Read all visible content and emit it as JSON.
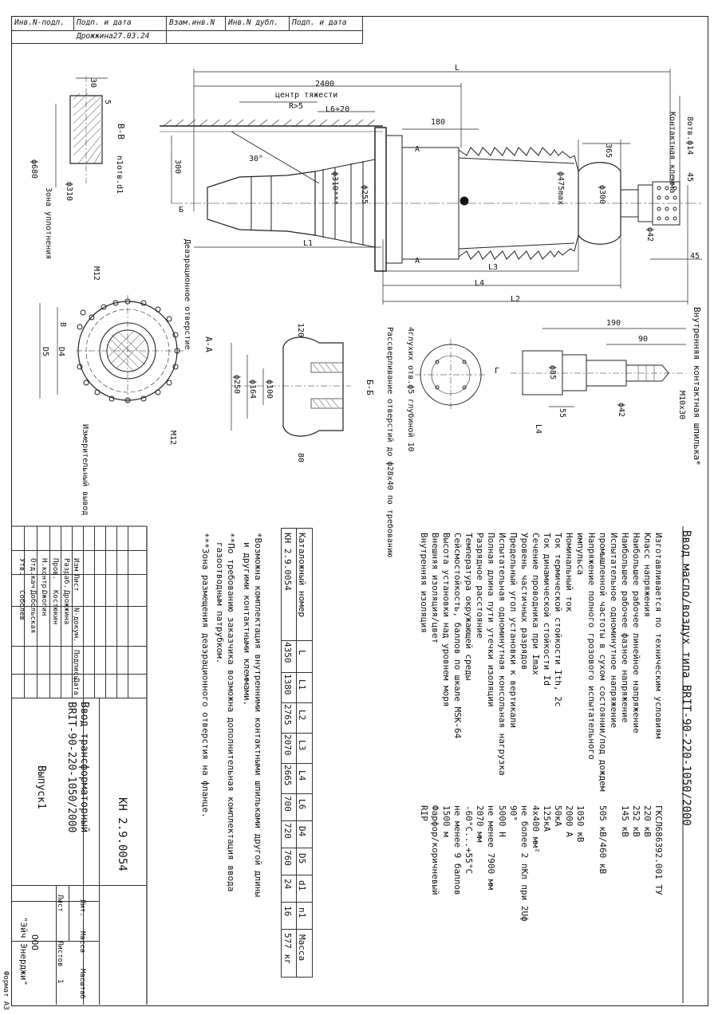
{
  "header": {
    "cols": [
      "Инв.N-подл.",
      "Подп. и дата",
      "Взам.инв.N",
      "Инв.N дубл.",
      "Подп. и дата"
    ],
    "signature_date": "Дрожжина27.03.24"
  },
  "drawing": {
    "dims": {
      "d2400": "2400",
      "center_of_mass": "центр тяжести",
      "l6_20": "L6+20",
      "r5": "R>5",
      "d180": "180",
      "d30deg": "30°",
      "d300": "300",
      "phi310": "ф310***",
      "phi255": "ф255",
      "phi475": "ф475max",
      "phi300": "ф300",
      "phi42": "ф42",
      "d365": "365",
      "d45": "45",
      "d45b": "45",
      "otv14": "8отв.ф14",
      "contact": "Контактная клемма",
      "L": "L",
      "L1": "L1",
      "L2": "L2",
      "L3": "L3",
      "L4": "L4",
      "B": "Б",
      "A": "A",
      "A_lower": "A",
      "degassing": "Деаэрационное отверстие"
    },
    "section_bb": {
      "label": "В-В",
      "d30": "30",
      "d5": "5",
      "n1": "n1отв.d1",
      "phi680": "ф680",
      "phi310": "ф310",
      "zone": "Зона уплотнения"
    },
    "section_aa": {
      "label": "А-А",
      "m12a": "M12",
      "m12b": "M12",
      "d4": "D4",
      "d5": "D5",
      "B": "В",
      "meas": "Измерительный вывод"
    },
    "section_b6": {
      "label": "Б-Б",
      "d120": "120",
      "phi100": "ф100",
      "phi164": "ф164",
      "phi250": "ф250",
      "d80": "80"
    },
    "holes_view": {
      "note": "4глухих отв.ф5 глубиной 10",
      "note2": "Рассверливание отверстий до ф28х40 по требованию"
    },
    "stud": {
      "title": "Внутренняя контактная шпилька*",
      "d190": "190",
      "d90": "90",
      "phi85": "ф85",
      "phi42": "ф42",
      "m10": "M10x30",
      "d55": "55",
      "G": "Г",
      "L4": "L4"
    }
  },
  "spec": {
    "title": "Ввод масло/воздух  типа BRIT-90-220-1050/2000",
    "rows": [
      {
        "label": "Изготавливается по техническим условиям",
        "value": "ГКСЛ686392.001 ТУ"
      },
      {
        "label": "Класс напряжения",
        "value": "220 кВ"
      },
      {
        "label": "Наибольшее рабочее линейное напряжение",
        "value": "252 кВ"
      },
      {
        "label": "Наибольшее рабочее фазное напряжение",
        "value": "145 кВ"
      },
      {
        "label": "Испытательное одноминутное напряжение",
        "value": ""
      },
      {
        "label": "промышленной частоты в сухом состоянии/под дождем",
        "value": "505 кВ/460 кВ"
      },
      {
        "label": "Напряжение полного грозового испытательного",
        "value": ""
      },
      {
        "label": "импульса",
        "value": "1050 кВ"
      },
      {
        "label": "Номинальный ток",
        "value": "2000 A"
      },
      {
        "label": "Ток термической стойкости Ith, 2с",
        "value": "50кА"
      },
      {
        "label": "Ток динамической стойкости Id",
        "value": "125кА"
      },
      {
        "label": "Сечение проводника при Imax",
        "value": "4х400 мм²"
      },
      {
        "label": "Уровень частичных разрядов",
        "value": "не более 2 пКл при 2Uф"
      },
      {
        "label": "Предельный угол установки к вертикали",
        "value": "90°"
      },
      {
        "label": "Испытательная одноминутная консольная нагрузка",
        "value": "5000 Н"
      },
      {
        "label": "Полная длина пути утечки изоляции",
        "value": "не менее 7900 мм"
      },
      {
        "label": "Разрядное расстояние",
        "value": "2070 мм"
      },
      {
        "label": "Температура окружающей среды",
        "value": "-60°С...+55°С"
      },
      {
        "label": "Сейсмостойкость, баллов по шкале MSK-64",
        "value": "не менее 9 баллов"
      },
      {
        "label": "Высота установки над уровнем моря",
        "value": "1500 м"
      },
      {
        "label": "Внешняя изоляция/цвет",
        "value": "Фарфор/коричневый"
      },
      {
        "label": "Внутренняя изоляция",
        "value": "RIP"
      }
    ]
  },
  "catalog_table": {
    "headers": [
      "Каталожный номер",
      "L",
      "L1",
      "L2",
      "L3",
      "L4",
      "L6",
      "D4",
      "D5",
      "d1",
      "n1",
      "Масса"
    ],
    "rows": [
      [
        "KH 2.9.0054",
        "4350",
        "1380",
        "2765",
        "2070",
        "2665",
        "700",
        "720",
        "760",
        "24",
        "16",
        "577 кг"
      ]
    ]
  },
  "notes": [
    "*Возможна комплектация внутренними контактными шпильками другой длины",
    "и другими контактными клеммами.",
    "**По требованию заказчика возможна дополнительная комплектация ввода",
    "газоотводным патрубком.",
    "***Зона размещения деаэрационного отверстия на фланце."
  ],
  "stamp": {
    "code": "KH 2.9.0054",
    "name_line1": "Ввод трансформаторный",
    "name_line2": "BRIT-90-220-1050/2000",
    "issue": "Выпуск1",
    "company_line1": "ООО",
    "company_line2": "\"Эйч Энерджи\"",
    "col_izm": "Изм",
    "col_list": "Лист",
    "col_ndoc": "N-докум.",
    "col_podp": "Подпись",
    "col_data": "Дата",
    "razrab_lbl": "Разраб.",
    "razrab": "Дрожжина",
    "prov_lbl": "Пров.",
    "prov": "Костюкин",
    "nkontr_lbl": "Н.контр.",
    "nkontr": "Ожогин",
    "otd_lbl": "Отд.кач",
    "otd": "Добольская",
    "utv_lbl": "Утв.",
    "utv": "Соболев",
    "lit": "Лит.",
    "massa": "Масса",
    "masshtab": "Масштаб",
    "list": "Лист",
    "listov": "Листов",
    "listov_val": "1",
    "format": "Формат А3"
  }
}
